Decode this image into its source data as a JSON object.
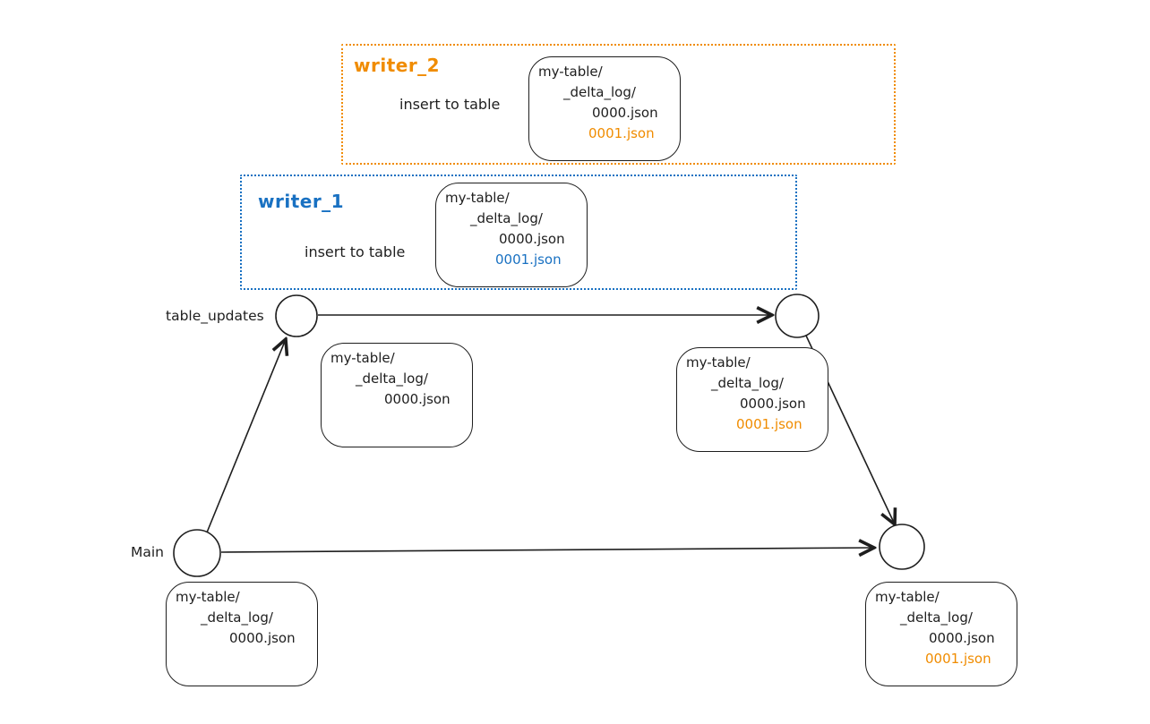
{
  "colors": {
    "orange": "#f08c00",
    "blue": "#1971c2",
    "stroke": "#1e1e1e",
    "background": "#ffffff"
  },
  "writers": {
    "writer_2": {
      "label": "writer_2",
      "action": "insert to table",
      "files": [
        "my-table/",
        "_delta_log/",
        "0000.json",
        "0001.json"
      ]
    },
    "writer_1": {
      "label": "writer_1",
      "action": "insert to table",
      "files": [
        "my-table/",
        "_delta_log/",
        "0000.json",
        "0001.json"
      ]
    }
  },
  "branches": {
    "table_updates": "table_updates",
    "main": "Main"
  },
  "file_boxes": {
    "table_updates_initial": [
      "my-table/",
      "_delta_log/",
      "0000.json"
    ],
    "table_updates_after_commit": [
      "my-table/",
      "_delta_log/",
      "0000.json",
      "0001.json"
    ],
    "main_initial": [
      "my-table/",
      "_delta_log/",
      "0000.json"
    ],
    "main_after_merge": [
      "my-table/",
      "_delta_log/",
      "0000.json",
      "0001.json"
    ]
  }
}
